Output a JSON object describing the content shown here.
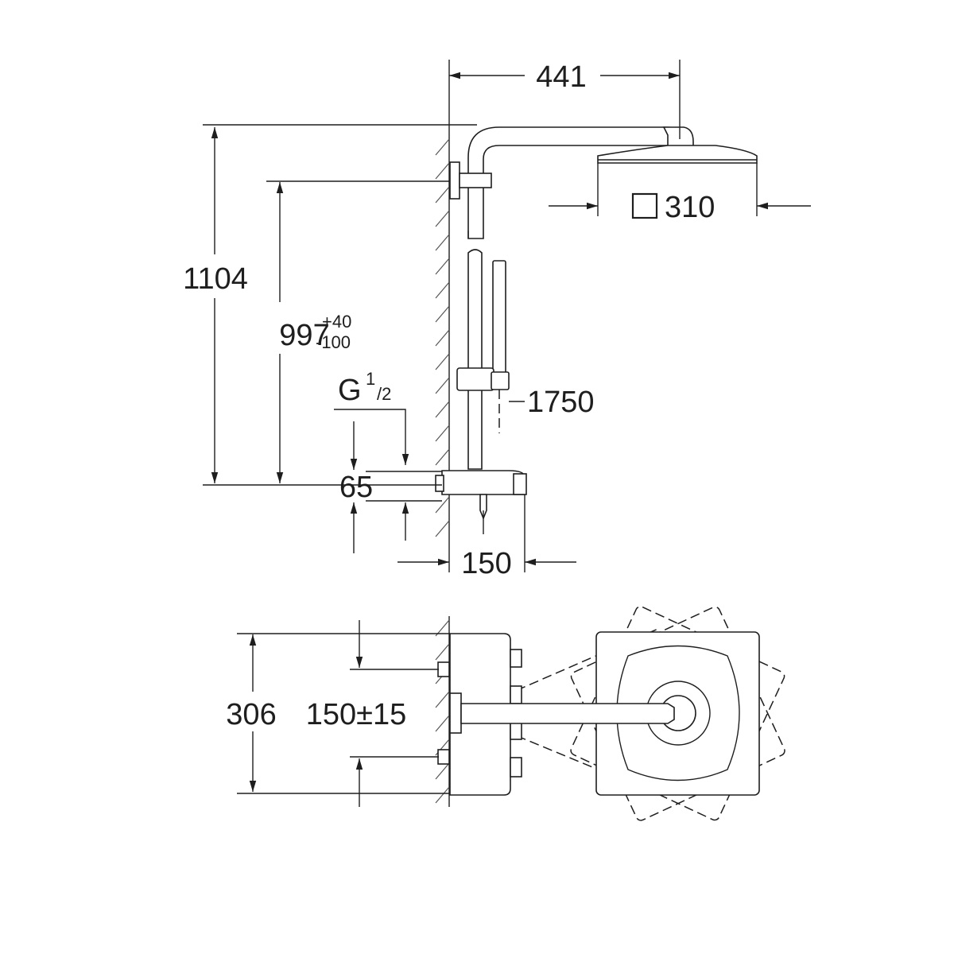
{
  "dimensions": {
    "width_441": "441",
    "head_size": "310",
    "height_1104": "1104",
    "height_997": "997",
    "tol_plus": "+40",
    "tol_minus": "-100",
    "thread_g": "G",
    "thread_num": "1",
    "thread_den": "/2",
    "hose_1750": "1750",
    "offset_65": "65",
    "depth_150": "150",
    "width_306": "306",
    "spacing_150_15": "150±15"
  }
}
